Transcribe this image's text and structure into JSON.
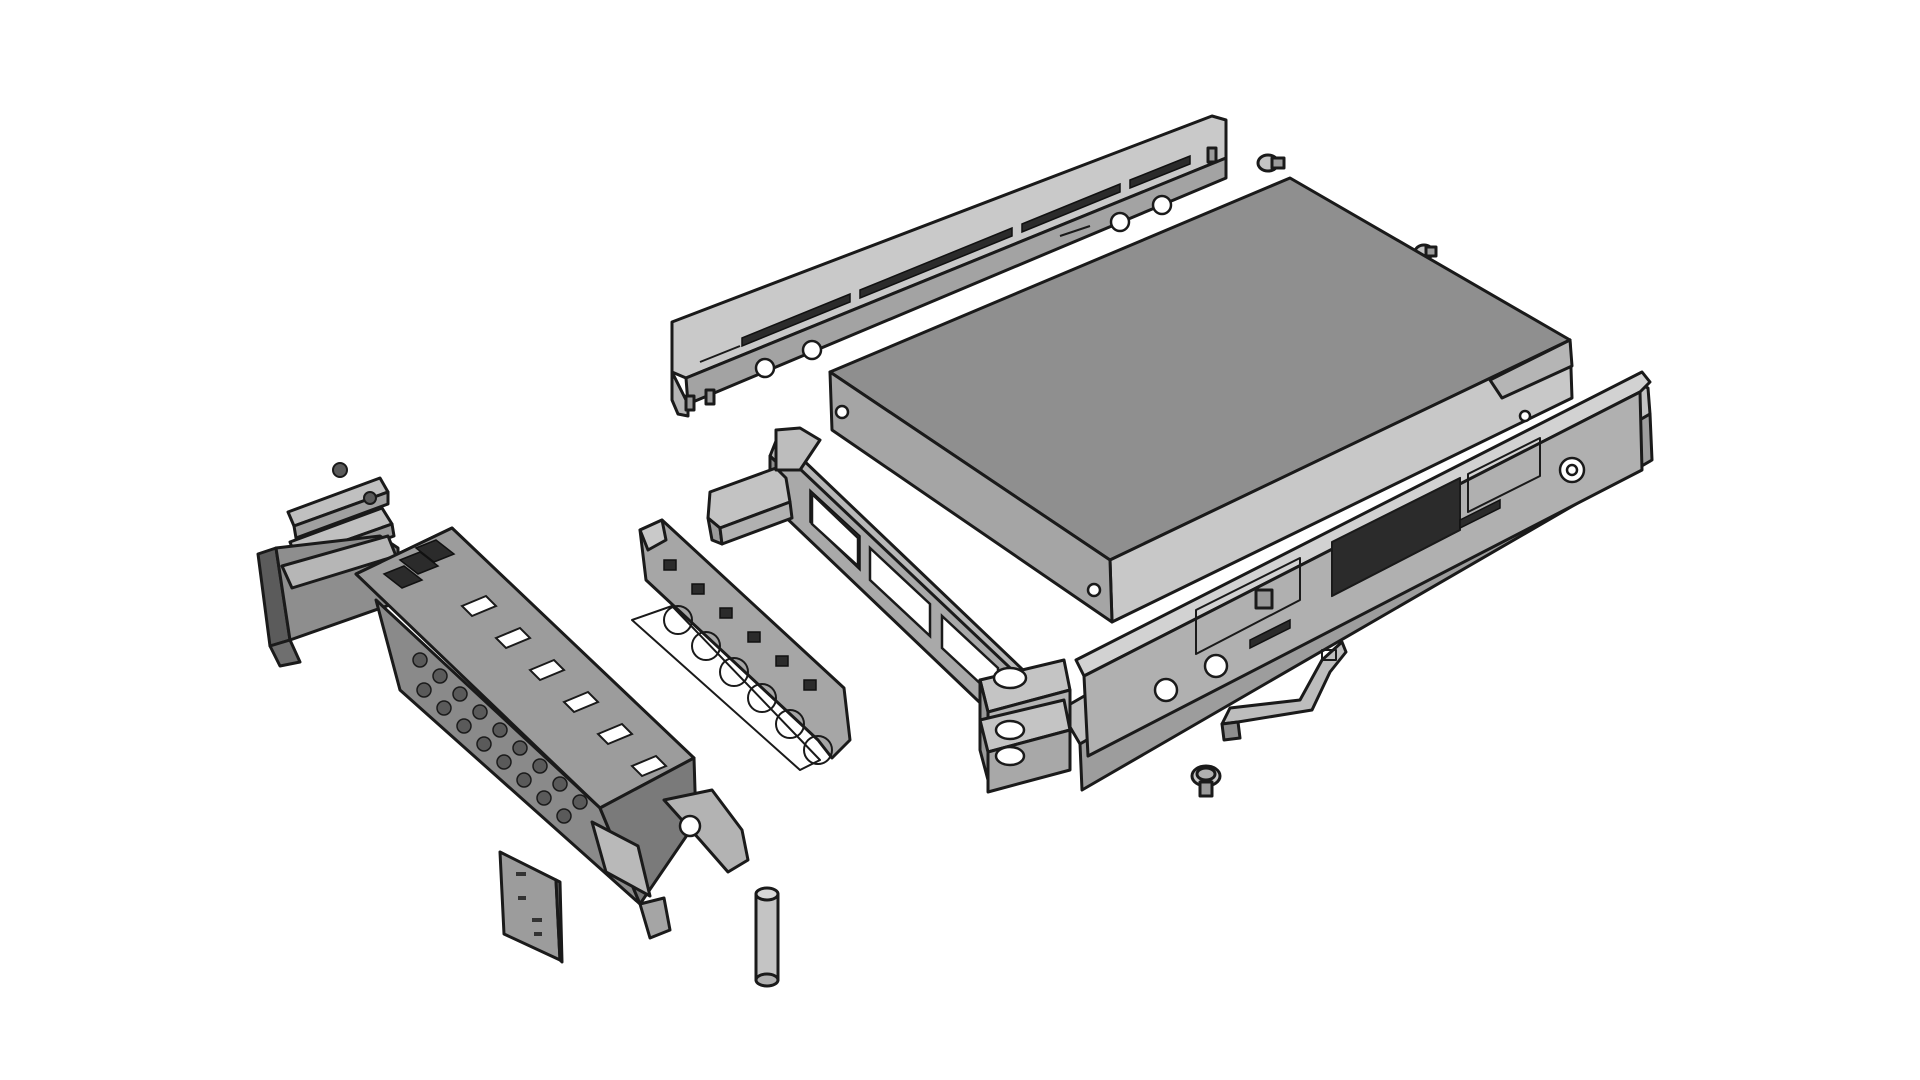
{
  "palette": {
    "background": "#ffffff",
    "outline": "#1a1a1a",
    "light": "#cfcfcf",
    "mid": "#a6a6a6",
    "dark": "#8a8a8a",
    "darker": "#6f6f6f",
    "slot": "#2b2b2b"
  },
  "parts": [
    "hard-drive",
    "drive-tray-frame",
    "side-rail",
    "front-bezel",
    "tray-latch",
    "latch-spring",
    "hinge-pin",
    "id-label",
    "leaf-spring",
    "mounting-screw",
    "light-pipe"
  ],
  "label_plate": {
    "lines": [
      "",
      "",
      ""
    ]
  }
}
